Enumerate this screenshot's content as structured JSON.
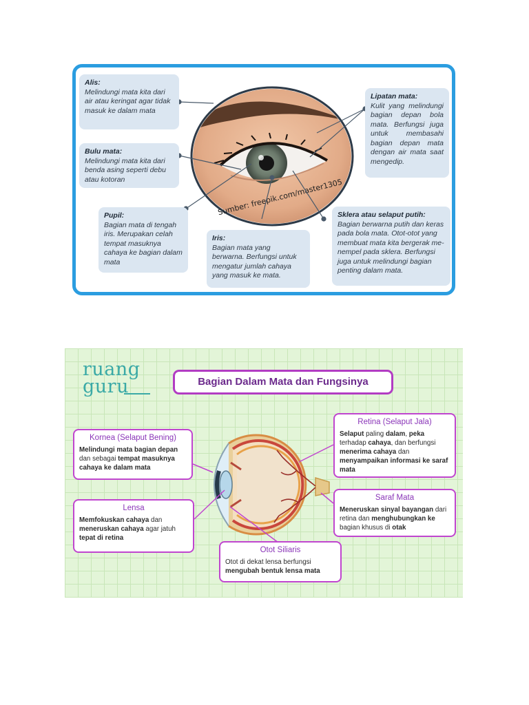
{
  "top": {
    "watermark": "Sumber: freepik.com/master1305",
    "alis": {
      "title": "Alis:",
      "body": "Melindungi mata kita dari air atau keringat agar tidak masuk ke dalam mata"
    },
    "bulu_mata": {
      "title": "Bulu mata:",
      "body": "Melindungi mata kita dari benda asing seperti debu atau kotoran"
    },
    "pupil": {
      "title": "Pupil:",
      "body": "Bagian mata di tengah iris. Merupakan celah tempat masuknya cahaya ke bagian dalam mata"
    },
    "iris": {
      "title": "Iris:",
      "body": "Bagian mata yang berwarna. Berfungsi untuk mengatur jumlah cahaya yang masuk ke mata."
    },
    "lipatan_mata": {
      "title": "Lipatan mata:",
      "body": "Kulit yang melindungi bagian depan bola mata. Berfungsi juga untuk membasahi bagian depan mata dengan air mata saat mengedip."
    },
    "sklera": {
      "title": "Sklera atau selaput putih:",
      "body": "Bagian berwarna putih dan keras pada bola mata. Otot-otot yang membuat mata kita bergerak me-nempel pada sklera. Berfungsi juga untuk melindungi bagian penting dalam mata."
    }
  },
  "bottom": {
    "logo_line1": "ruang",
    "logo_line2": "guru",
    "title": "Bagian Dalam Mata dan Fungsinya",
    "kornea": {
      "title": "Kornea (Selaput Bening)",
      "p1": "Melindungi mata bagian depan",
      "p2": " dan sebagai ",
      "p3": "tempat masuknya cahaya ke dalam mata"
    },
    "lensa": {
      "title": "Lensa",
      "p1": "Memfokuskan cahaya",
      "p2": " dan ",
      "p3": "meneruskan cahaya",
      "p4": " agar jatuh ",
      "p5": "tepat di retina"
    },
    "otot": {
      "title": "Otot Siliaris",
      "p1": "Otot di dekat lensa berfungsi ",
      "p2": "mengubah bentuk lensa mata"
    },
    "retina": {
      "title": "Retina (Selaput Jala)",
      "p1": "Selaput",
      "p2": " paling ",
      "p3": "dalam",
      "p4": ", ",
      "p5": "peka",
      "p6": " terhadap ",
      "p7": "cahaya",
      "p8": ", dan berfungsi ",
      "p9": "menerima cahaya",
      "p10": " dan ",
      "p11": "menyampaikan informasi ke saraf mata"
    },
    "saraf": {
      "title": "Saraf Mata",
      "p1": "Meneruskan sinyal bayangan",
      "p2": " dari retina dan ",
      "p3": "menghubungkan ke",
      "p4": " bagian khusus di ",
      "p5": "otak"
    }
  },
  "colors": {
    "top_border": "#2b9de0",
    "top_box": "#dbe6f1",
    "bottom_bg": "#e3f5d8",
    "bottom_border": "#c045cf",
    "logo": "#3aa9a6"
  }
}
